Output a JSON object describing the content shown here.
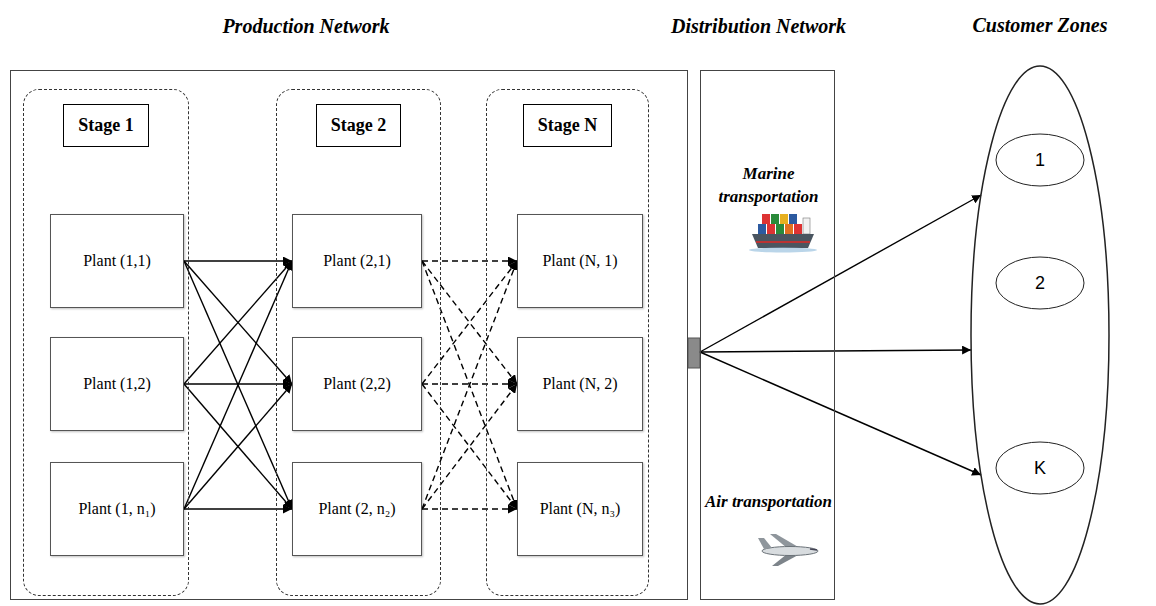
{
  "diagram": {
    "nodes": [
      {
        "text": [
          "Production Network"
        ]
      },
      {
        "text": [
          "Stage 1"
        ],
        "in": 0
      },
      {
        "text": [
          "Plant (1,1)"
        ],
        "in": 1
      },
      {
        "text": [
          "Plant (1,2)"
        ],
        "in": 1
      },
      {
        "text": [
          "Plant (1, n₁)"
        ],
        "in": 1
      },
      {
        "text": [
          "Stage 2"
        ],
        "in": 0
      },
      {
        "text": [
          "Plant (2,1)"
        ],
        "in": 5
      },
      {
        "text": [
          "Plant (2,2)"
        ],
        "in": 5
      },
      {
        "text": [
          "Plant (2, n₂)"
        ],
        "in": 5
      },
      {
        "text": [
          "Stage N"
        ],
        "in": 0
      },
      {
        "text": [
          "Plant (N, 1)"
        ],
        "in": 9
      },
      {
        "text": [
          "Plant (N, 2)"
        ],
        "in": 9
      },
      {
        "text": [
          "Plant (N, n₃)"
        ],
        "in": 9
      },
      {
        "text": [
          "Distribution Network",
          "Marine transportation",
          "Air transportation"
        ]
      },
      {
        "text": [
          "Customer Zones"
        ]
      },
      {
        "text": [
          "1"
        ],
        "in": 14
      },
      {
        "text": [
          "2"
        ],
        "in": 14
      },
      {
        "text": [
          "K"
        ],
        "in": 14
      }
    ],
    "edges": [
      {
        "from": 2,
        "to": 6,
        "arrow": "to"
      },
      {
        "from": 2,
        "to": 7,
        "arrow": "to"
      },
      {
        "from": 2,
        "to": 8,
        "arrow": "to"
      },
      {
        "from": 3,
        "to": 6,
        "arrow": "to"
      },
      {
        "from": 3,
        "to": 7,
        "arrow": "to"
      },
      {
        "from": 3,
        "to": 8,
        "arrow": "to"
      },
      {
        "from": 4,
        "to": 6,
        "arrow": "to"
      },
      {
        "from": 4,
        "to": 7,
        "arrow": "to"
      },
      {
        "from": 4,
        "to": 8,
        "arrow": "to"
      },
      {
        "from": 6,
        "to": 10,
        "arrow": "to"
      },
      {
        "from": 6,
        "to": 11,
        "arrow": "to"
      },
      {
        "from": 6,
        "to": 12,
        "arrow": "to"
      },
      {
        "from": 7,
        "to": 10,
        "arrow": "to"
      },
      {
        "from": 7,
        "to": 11,
        "arrow": "to"
      },
      {
        "from": 7,
        "to": 12,
        "arrow": "to"
      },
      {
        "from": 8,
        "to": 10,
        "arrow": "to"
      },
      {
        "from": 8,
        "to": 11,
        "arrow": "to"
      },
      {
        "from": 8,
        "to": 12,
        "arrow": "to"
      },
      {
        "from": 13,
        "to": 14,
        "arrow": "to"
      },
      {
        "from": 13,
        "to": 14,
        "arrow": "to"
      },
      {
        "from": 13,
        "to": 14,
        "arrow": "to"
      }
    ]
  }
}
